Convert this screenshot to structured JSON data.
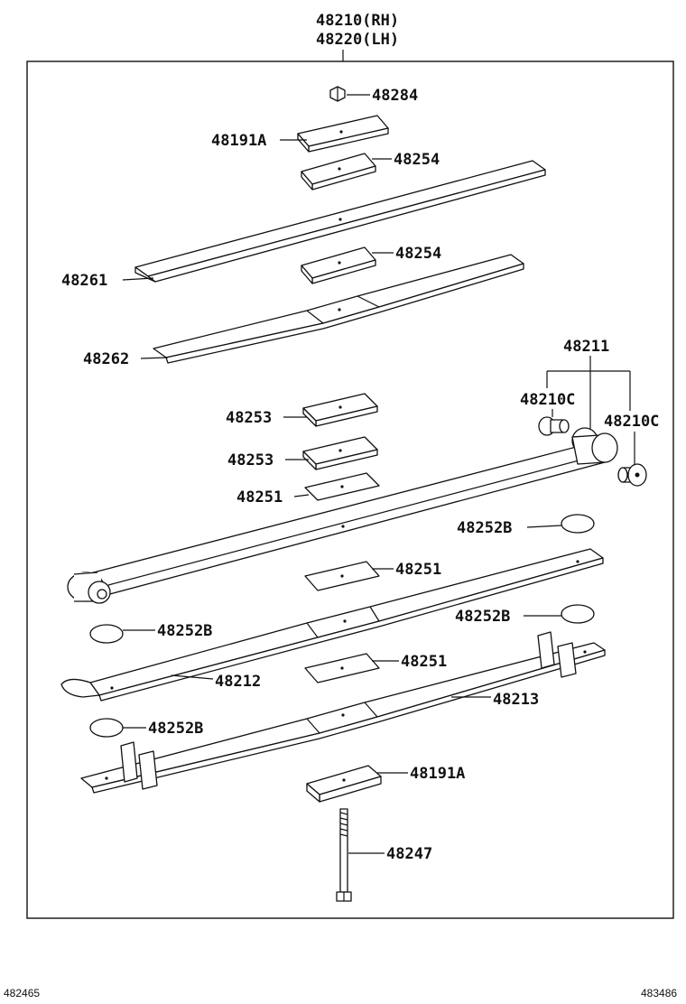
{
  "header": {
    "rh_label": "48210(RH)",
    "lh_label": "48220(LH)"
  },
  "parts": {
    "nut": "48284",
    "seat_upper": "48191A",
    "pad_top": "48254",
    "leaf_1": "48261",
    "pad_mid": "48254",
    "leaf_2": "48262",
    "bush_assy": "48211",
    "bush_left": "48210C",
    "bush_right": "48210C",
    "spacer_1": "48253",
    "spacer_2": "48253",
    "insert_1": "48251",
    "disc_1": "48252B",
    "insert_2": "48251",
    "disc_2": "48252B",
    "disc_3": "48252B",
    "leaf_main": "48212",
    "insert_3": "48251",
    "leaf_rebound": "48213",
    "disc_4": "48252B",
    "seat_lower": "48191A",
    "center_bolt": "48247"
  },
  "footer": {
    "left_code": "482465",
    "right_code": "483486"
  }
}
